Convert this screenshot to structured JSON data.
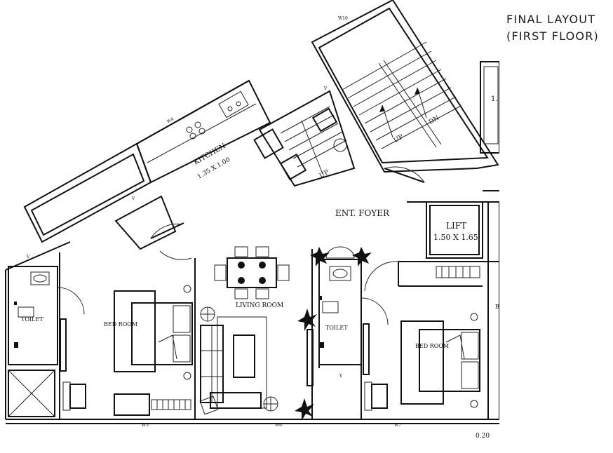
{
  "header": {
    "title_line1": "FINAL LAYOUT",
    "title_line2": "(FIRST FLOOR)"
  },
  "rooms": {
    "kitchen": "KITCHEN",
    "kitchen_size": "1.35 X 1.00",
    "foyer": "ENT. FOYER",
    "lift": "LIFT",
    "lift_size": "1.50 X 1.65",
    "living": "LIVING ROOM",
    "bedroom_left": "BED ROOM",
    "bedroom_right": "BED ROOM",
    "toilet_left": "TOILET",
    "toilet_middle": "TOILET"
  },
  "stair_marks": {
    "up_small": "UP",
    "up_main": "UP",
    "down_main": "DN"
  },
  "window_tags": {
    "w10": "W10",
    "w4": "W4",
    "w3": "W3",
    "w6": "W6",
    "w7": "W7",
    "v1": "V",
    "v2": "V",
    "v3": "V",
    "v4": "V"
  },
  "labels": {
    "edge_1": "1.",
    "edge_b": "B",
    "dim_bottom": "0.20"
  }
}
